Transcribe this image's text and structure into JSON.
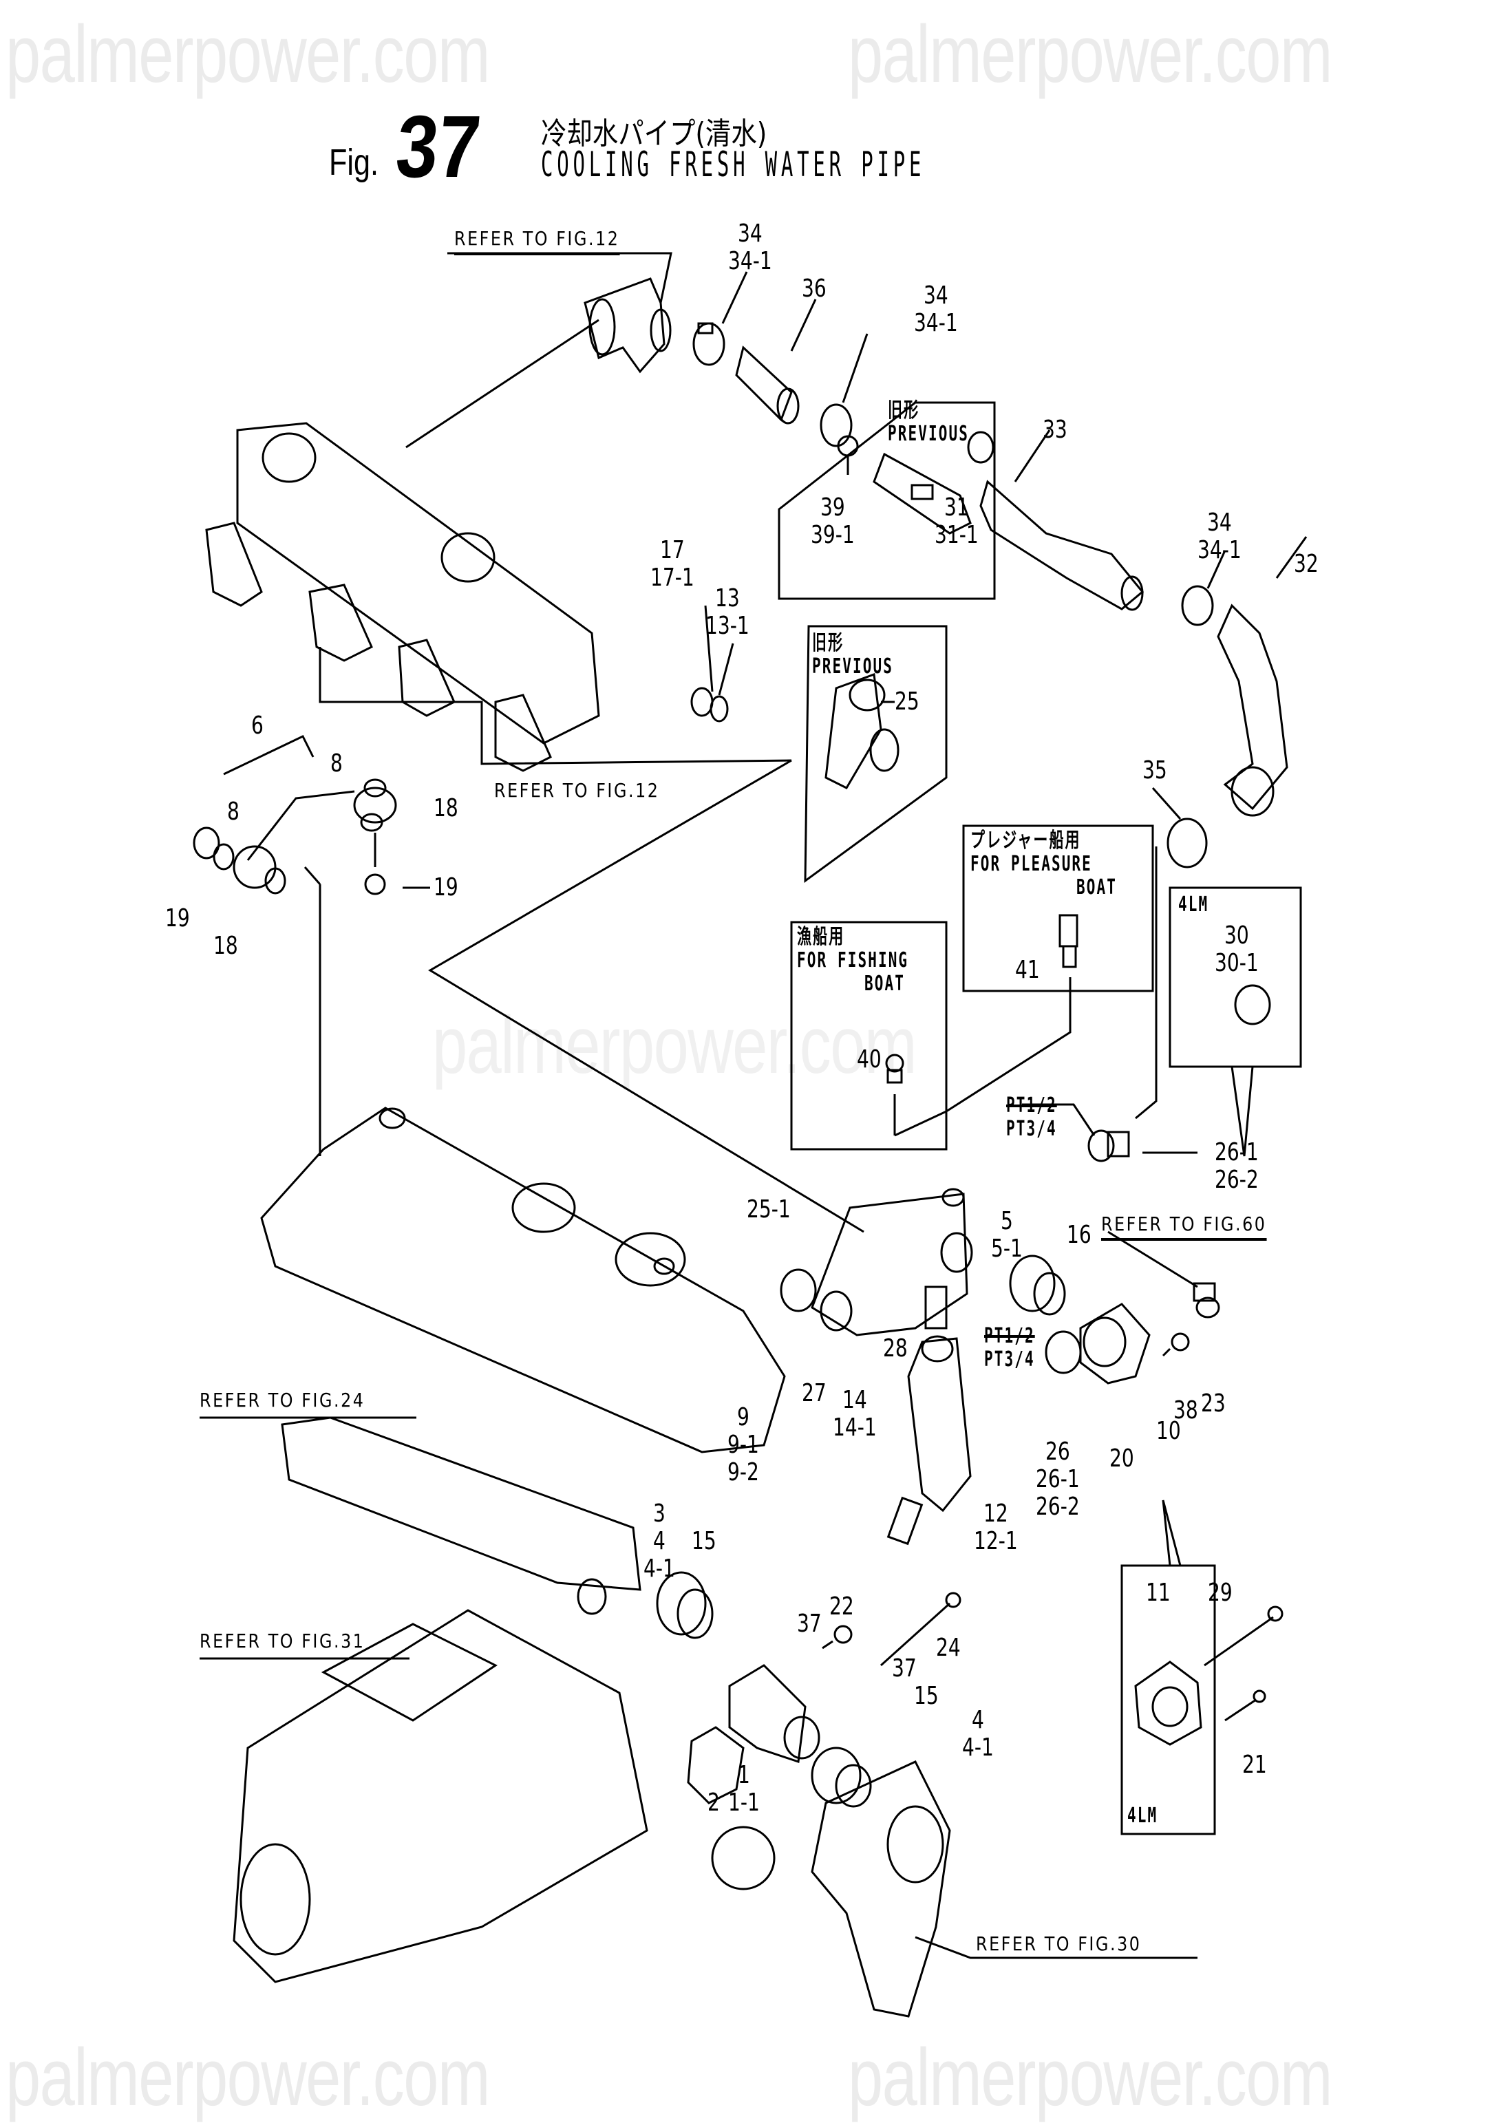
{
  "watermark": "palmerpower.com",
  "header": {
    "fig_prefix": "Fig.",
    "fig_number": "37",
    "title_jp": "冷却水パイプ(清水)",
    "title_en": "COOLING FRESH WATER PIPE"
  },
  "references": [
    {
      "id": "ref-fig12-top",
      "text": "REFER TO FIG.12"
    },
    {
      "id": "ref-fig12-mid",
      "text": "REFER TO FIG.12"
    },
    {
      "id": "ref-fig60",
      "text": "REFER TO FIG.60"
    },
    {
      "id": "ref-fig24",
      "text": "REFER TO FIG.24"
    },
    {
      "id": "ref-fig31",
      "text": "REFER TO FIG.31"
    },
    {
      "id": "ref-fig30",
      "text": "REFER TO FIG.30"
    }
  ],
  "boxes": {
    "previous_top": {
      "jp": "旧形",
      "en": "PREVIOUS"
    },
    "previous_mid": {
      "jp": "旧形",
      "en": "PREVIOUS"
    },
    "pleasure_boat": {
      "jp": "プレジャー船用",
      "en1": "FOR PLEASURE",
      "en2": "BOAT"
    },
    "fishing_boat": {
      "jp": "漁船用",
      "en1": "FOR FISHING",
      "en2": "BOAT"
    },
    "model_4lm_top": {
      "label": "4LM"
    },
    "model_4lm_bottom": {
      "label": "4LM"
    }
  },
  "thread_notes": {
    "old": "PT1/2",
    "new": "PT3/4"
  },
  "callouts": {
    "c34a": [
      "34",
      "34-1"
    ],
    "c36": [
      "36"
    ],
    "c34b": [
      "34",
      "34-1"
    ],
    "c33": [
      "33"
    ],
    "c39": [
      "39",
      "39-1"
    ],
    "c31": [
      "31",
      "31-1"
    ],
    "c34c": [
      "34",
      "34-1"
    ],
    "c32": [
      "32"
    ],
    "c17": [
      "17",
      "17-1"
    ],
    "c13": [
      "13",
      "13-1"
    ],
    "c25": [
      "25"
    ],
    "c6": [
      "6"
    ],
    "c8a": [
      "8"
    ],
    "c8b": [
      "8"
    ],
    "c18a": [
      "18"
    ],
    "c18b": [
      "18"
    ],
    "c19a": [
      "19"
    ],
    "c19b": [
      "19"
    ],
    "c35": [
      "35"
    ],
    "c41": [
      "41"
    ],
    "c30": [
      "30",
      "30-1"
    ],
    "c40": [
      "40"
    ],
    "c26a": [
      "26-1",
      "26-2"
    ],
    "c25_1": [
      "25-1"
    ],
    "c5": [
      "5",
      "5-1"
    ],
    "c16": [
      "16"
    ],
    "c28": [
      "28"
    ],
    "c27": [
      "27"
    ],
    "c14": [
      "14",
      "14-1"
    ],
    "c9": [
      "9",
      "9-1",
      "9-2"
    ],
    "c26b": [
      "26",
      "26-1",
      "26-2"
    ],
    "c20": [
      "20"
    ],
    "c10": [
      "10"
    ],
    "c38": [
      "38"
    ],
    "c23": [
      "23"
    ],
    "c12": [
      "12",
      "12-1"
    ],
    "c3": [
      "3",
      "4",
      "4-1"
    ],
    "c15a": [
      "15"
    ],
    "c22": [
      "22"
    ],
    "c37a": [
      "37"
    ],
    "c37b": [
      "37"
    ],
    "c24": [
      "24"
    ],
    "c15b": [
      "15"
    ],
    "c4b": [
      "4",
      "4-1"
    ],
    "c2": [
      "2"
    ],
    "c1": [
      "1",
      "1-1"
    ],
    "c11": [
      "11"
    ],
    "c29": [
      "29"
    ],
    "c21": [
      "21"
    ]
  }
}
